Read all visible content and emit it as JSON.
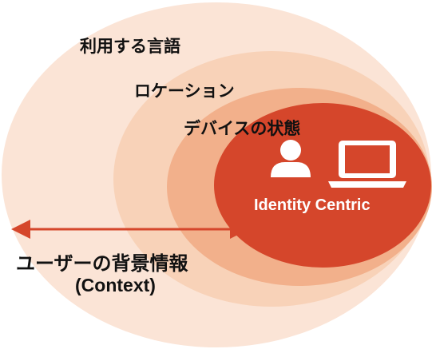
{
  "diagram": {
    "ring_labels": {
      "outer": "利用する言語",
      "second": "ロケーション",
      "third": "デバイスの状態"
    },
    "core": {
      "label": "Identity Centric",
      "icons": [
        "person-icon",
        "laptop-icon"
      ]
    },
    "context": {
      "line1": "ユーザーの背景情報",
      "line2": "(Context)"
    },
    "colors": {
      "ring_outer": "#fbe4d6",
      "ring_second": "#f8d2b8",
      "ring_third": "#f2b08b",
      "core": "#d5462b",
      "arrow": "#d5462b"
    }
  }
}
